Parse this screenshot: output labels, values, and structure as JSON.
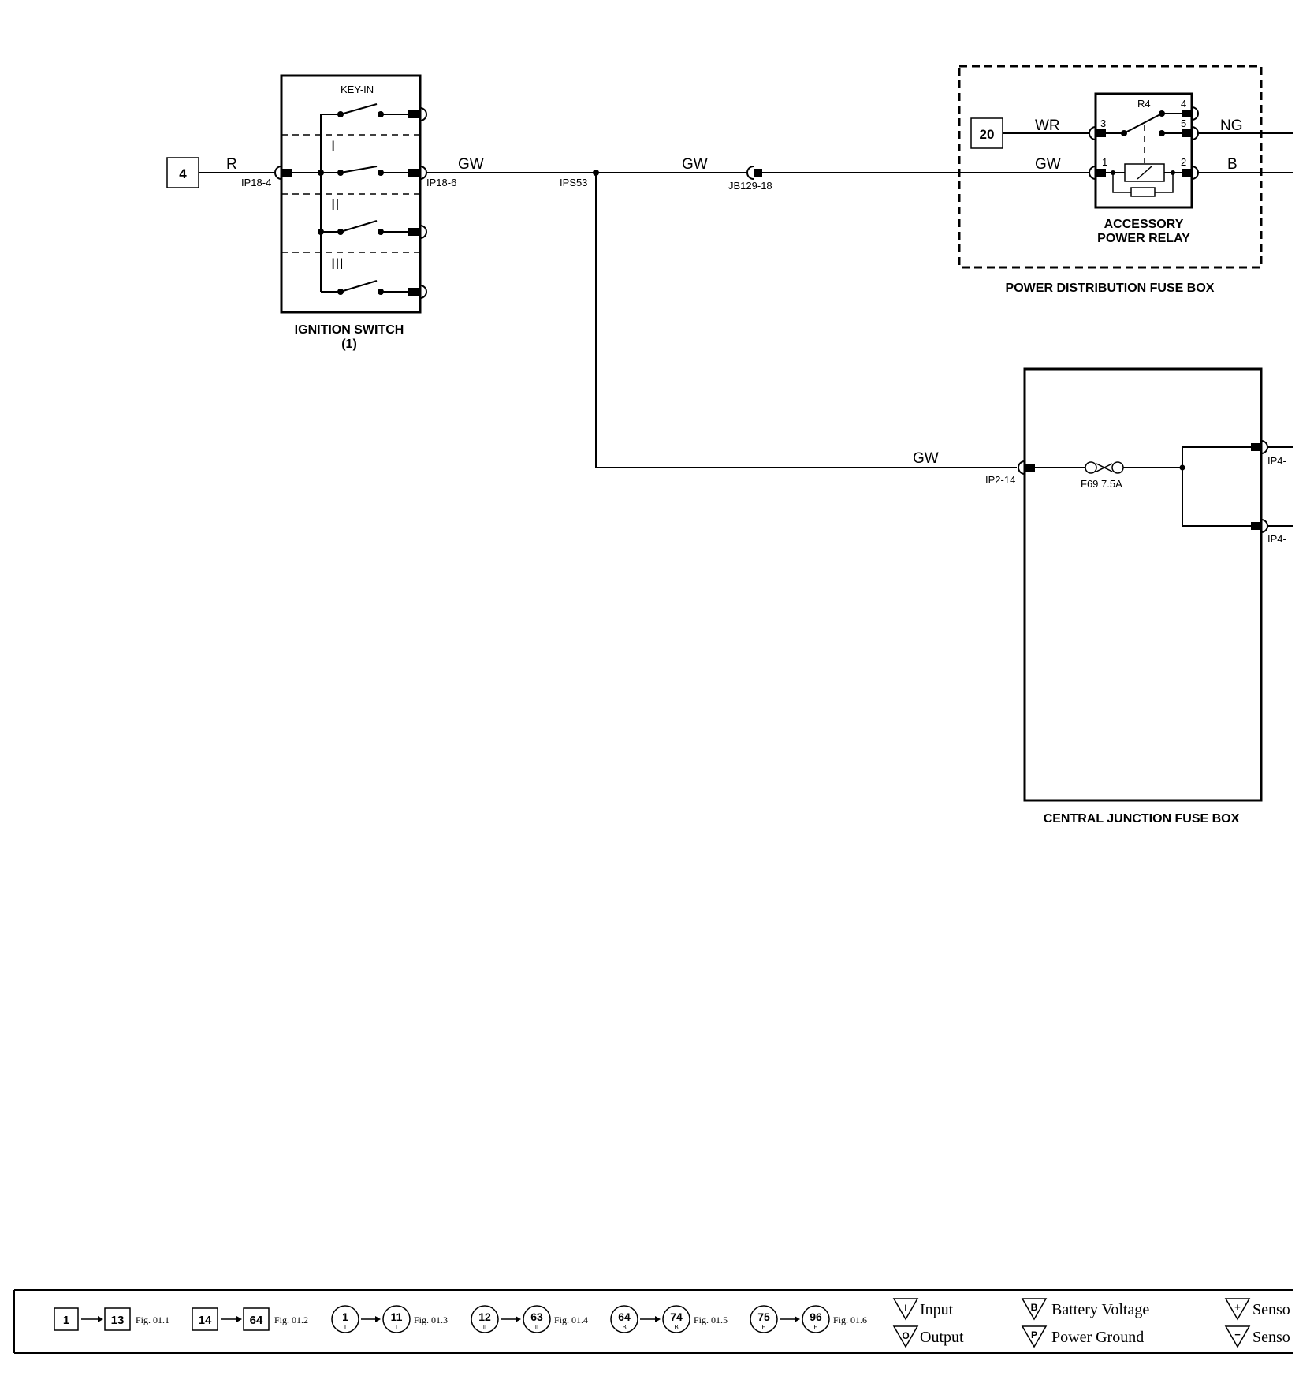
{
  "ignition_switch": {
    "title": "IGNITION SWITCH",
    "subtitle": "(1)",
    "key_in": "KEY-IN",
    "positions": [
      "I",
      "II",
      "III"
    ],
    "pin_in": "IP18-4",
    "pin_out": "IP18-6"
  },
  "ref_box_4": "4",
  "ref_box_20": "20",
  "wires": {
    "r": "R",
    "gw1": "GW",
    "gw2": "GW",
    "gw3": "GW",
    "gw4": "GW",
    "wr": "WR",
    "ng": "NG",
    "b": "B"
  },
  "splice": "IPS53",
  "jb_connector": "JB129-18",
  "relay": {
    "id": "R4",
    "title_line1": "ACCESSORY",
    "title_line2": "POWER RELAY",
    "pins": [
      "3",
      "4",
      "5",
      "1",
      "2"
    ]
  },
  "power_distribution_fuse_box": "POWER DISTRIBUTION FUSE BOX",
  "central_junction_fuse_box": {
    "title": "CENTRAL JUNCTION FUSE BOX",
    "pin_in": "IP2-14",
    "fuse": "F69 7.5A",
    "out_pin_1": "IP4-",
    "out_pin_2": "IP4-"
  },
  "legend": {
    "groups": [
      {
        "from": "1",
        "to": "13",
        "fig": "Fig. 01.1"
      },
      {
        "from": "14",
        "to": "64",
        "fig": "Fig. 01.2"
      },
      {
        "from": "1",
        "to": "11",
        "sub": "I",
        "fig": "Fig. 01.3"
      },
      {
        "from": "12",
        "to": "63",
        "sub": "II",
        "fig": "Fig. 01.4"
      },
      {
        "from": "64",
        "to": "74",
        "sub": "B",
        "fig": "Fig. 01.5"
      },
      {
        "from": "75",
        "to": "96",
        "sub": "E",
        "fig": "Fig. 01.6"
      }
    ],
    "input": "Input",
    "output": "Output",
    "battery_voltage": "Battery Voltage",
    "power_ground": "Power Ground",
    "sensor_plus": "Senso",
    "sensor_minus": "Senso",
    "sym_input": "I",
    "sym_output": "O",
    "sym_battery": "B",
    "sym_ground": "P",
    "sym_plus": "+",
    "sym_minus": "−"
  }
}
